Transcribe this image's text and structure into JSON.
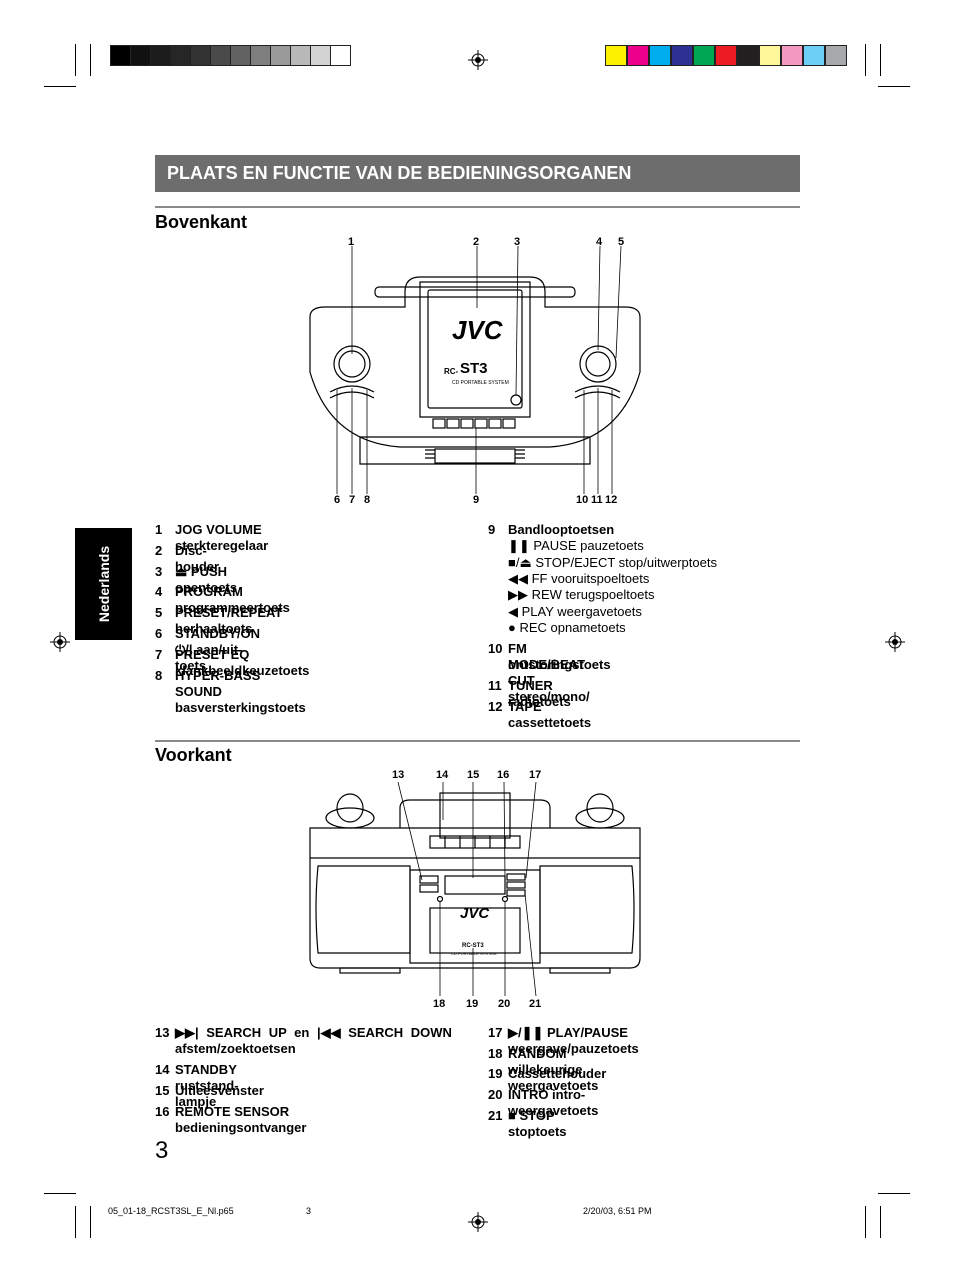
{
  "header": {
    "title": "PLAATS EN FUNCTIE VAN DE BEDIENINGSORGANEN",
    "grayscale_swatches": [
      "#000000",
      "#111111",
      "#1c1c1c",
      "#262626",
      "#333333",
      "#4a4a4a",
      "#626262",
      "#7e7e7e",
      "#9a9a9a",
      "#b8b8b8",
      "#d3d3d3",
      "#ffffff"
    ],
    "color_swatches": [
      "#fff200",
      "#ec008c",
      "#00aeef",
      "#2e3192",
      "#00a651",
      "#ed1c24",
      "#231f20",
      "#fff799",
      "#f49ac1",
      "#6dcff6",
      "#a7a9ac"
    ]
  },
  "side_tab": {
    "label": "Nederlands"
  },
  "top_section": {
    "heading": "Bovenkant",
    "callouts_top": [
      "1",
      "2",
      "3",
      "4",
      "5"
    ],
    "callouts_bottom": [
      "6",
      "7",
      "8",
      "9",
      "10",
      "11",
      "12"
    ],
    "device": {
      "brand": "JVC",
      "model_prefix": "RC-",
      "model": "ST3",
      "subtitle": "CD PORTABLE SYSTEM"
    },
    "items_left": [
      {
        "n": "1",
        "t": "JOG VOLUME sterkteregelaar"
      },
      {
        "n": "2",
        "t": "Disc-houder"
      },
      {
        "n": "3",
        "t": "⏏ PUSH opentoets"
      },
      {
        "n": "4",
        "t": "PROGRAM programmeertoets"
      },
      {
        "n": "5",
        "t": "PRESET/REPEAT herhaaltoets"
      },
      {
        "n": "6",
        "t": "STANDBY/ON ⏻/| aan/uit-toets"
      },
      {
        "n": "7",
        "t": "PRESET EQ klankbeeldkeuzetoets"
      },
      {
        "n": "8",
        "t": "HYPER-BASS SOUND basversterkingstoets"
      }
    ],
    "item9": {
      "n": "9",
      "t": "Bandlooptoetsen"
    },
    "item9_sub": [
      "❚❚ PAUSE pauzetoets",
      "■/⏏ STOP/EJECT stop/uitwerptoets",
      "◀◀ FF vooruitspoeltoets",
      "▶▶ REW terugspoeltoets",
      "◀ PLAY weergavetoets",
      "● REC opnametoets"
    ],
    "item10": {
      "n": "10",
      "t": "FM MODE/BEAT CUT stereo/mono/",
      "t2": "ontstoringstoets"
    },
    "item11": {
      "n": "11",
      "t": "TUNER radiotoets"
    },
    "item12": {
      "n": "12",
      "t": "TAPE cassettetoets"
    }
  },
  "front_section": {
    "heading": "Voorkant",
    "callouts_top": [
      "13",
      "14",
      "15",
      "16",
      "17"
    ],
    "callouts_bottom": [
      "18",
      "19",
      "20",
      "21"
    ],
    "device": {
      "brand": "JVC",
      "model": "RC-ST3",
      "subtitle": "CD PORTABLE SYSTEM"
    },
    "item13": {
      "n": "13",
      "t": "▶▶| SEARCH UP en |◀◀ SEARCH DOWN",
      "t2": "afstem/zoektoetsen"
    },
    "items_left": [
      {
        "n": "14",
        "t": "STANDBY ruststand-lampje"
      },
      {
        "n": "15",
        "t": "Uitleesvenster"
      },
      {
        "n": "16",
        "t": "REMOTE SENSOR bedieningsontvanger"
      }
    ],
    "items_right": [
      {
        "n": "17",
        "t": "▶/❚❚ PLAY/PAUSE weergave/pauzetoets"
      },
      {
        "n": "18",
        "t": "RANDOM willekeurige weergavetoets"
      },
      {
        "n": "19",
        "t": "Cassettehouder"
      },
      {
        "n": "20",
        "t": "INTRO intro-weergavetoets"
      },
      {
        "n": "21",
        "t": "■ STOP stoptoets"
      }
    ]
  },
  "page_number": "3",
  "footer": {
    "file": "05_01-18_RCST3SL_E_Nl.p65",
    "page": "3",
    "date": "2/20/03, 6:51 PM"
  }
}
